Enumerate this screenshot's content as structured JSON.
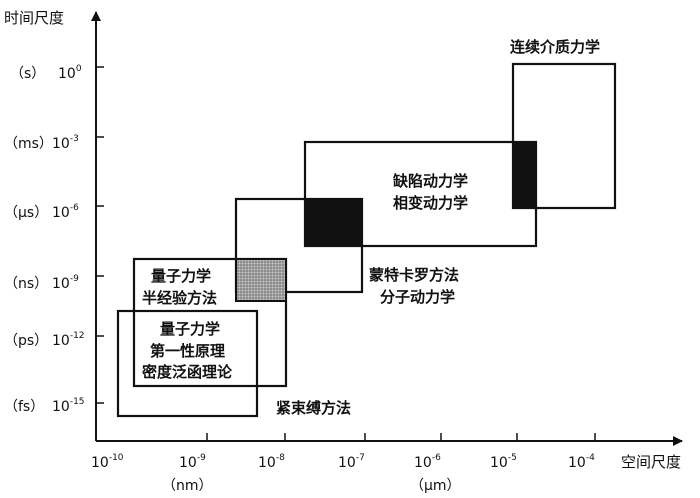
{
  "axes": {
    "y_title": "时间尺度",
    "x_title": "空间尺度",
    "y_ticks": [
      {
        "unit": "（s）",
        "base": "10",
        "exp": "0"
      },
      {
        "unit": "（ms）",
        "base": "10",
        "exp": "-3"
      },
      {
        "unit": "（μs）",
        "base": "10",
        "exp": "-6"
      },
      {
        "unit": "（ns）",
        "base": "10",
        "exp": "-9"
      },
      {
        "unit": "（ps）",
        "base": "10",
        "exp": "-12"
      },
      {
        "unit": "（fs）",
        "base": "10",
        "exp": "-15"
      }
    ],
    "x_ticks": [
      {
        "base": "10",
        "exp": "-10"
      },
      {
        "base": "10",
        "exp": "-9"
      },
      {
        "base": "10",
        "exp": "-8"
      },
      {
        "base": "10",
        "exp": "-7"
      },
      {
        "base": "10",
        "exp": "-6"
      },
      {
        "base": "10",
        "exp": "-5"
      },
      {
        "base": "10",
        "exp": "-4"
      }
    ],
    "x_units": {
      "nm": "（nm）",
      "um": "（μm）"
    }
  },
  "regions": {
    "continuum": "连续介质力学",
    "defect_line1": "缺陷动力学",
    "defect_line2": "相变动力学",
    "mc_line1": "蒙特卡罗方法",
    "mc_line2": "分子动力学",
    "semi_line1": "量子力学",
    "semi_line2": "半经验方法",
    "first_line1": "量子力学",
    "first_line2": "第一性原理",
    "first_line3": "密度泛函理论",
    "tb": "紧束缚方法"
  },
  "colors": {
    "line": "#111111",
    "fill_black": "#111111",
    "fill_gray": "#9a9a9a"
  }
}
